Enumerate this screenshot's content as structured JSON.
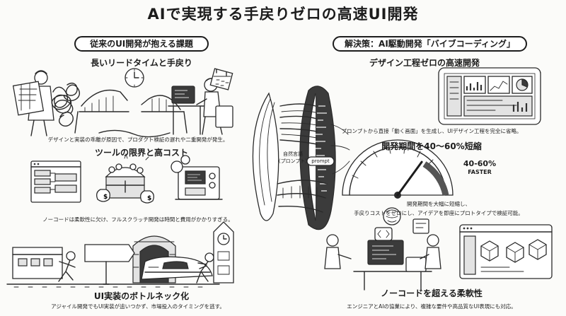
{
  "title": "AIで実現する手戻りゼロの高速UI開発",
  "left": {
    "heading": "従来のUI開発が抱える課題",
    "sections": [
      {
        "title": "長いリードタイムと手戻り",
        "caption": "デザインと実装の乖離が原因で、プロダクト検証の遅れや二重開発が発生。"
      },
      {
        "title": "ツールの限界と高コスト",
        "caption": "ノーコードは柔軟性に欠け、フルスクラッチ開発は時間と費用がかかりすぎる。"
      },
      {
        "title": "UI実装のボトルネック化",
        "caption": "アジャイル開発でもUI実装が追いつかず、市場投入のタイミングを逃す。"
      }
    ]
  },
  "right": {
    "heading": "解決策：AI駆動開発「バイブコーディング」",
    "sections": [
      {
        "title": "デザイン工程ゼロの高速開発",
        "caption": "プロンプトから直接「動く画面」を生成し、UIデザイン工程を完全に省略。"
      },
      {
        "title": "開発期間を40〜60%短縮",
        "caption_lines": [
          "開発期間を大幅に短縮し、",
          "手戻りコストをゼロにし、アイデアを即座にプロトタイプで検証可能。"
        ]
      },
      {
        "title": "ノーコードを超える柔軟性",
        "caption": "エンジニアとAIの協業により、複雑な要件や高品質なUI表現にも対応。"
      }
    ]
  },
  "portal": {
    "label_lines": [
      "自然言語",
      "（プロンプト）"
    ],
    "prompt_tag": "prompt"
  },
  "gauge": {
    "value_label": "40-60%",
    "sub_label": "FASTER",
    "level_percent": 70
  }
}
